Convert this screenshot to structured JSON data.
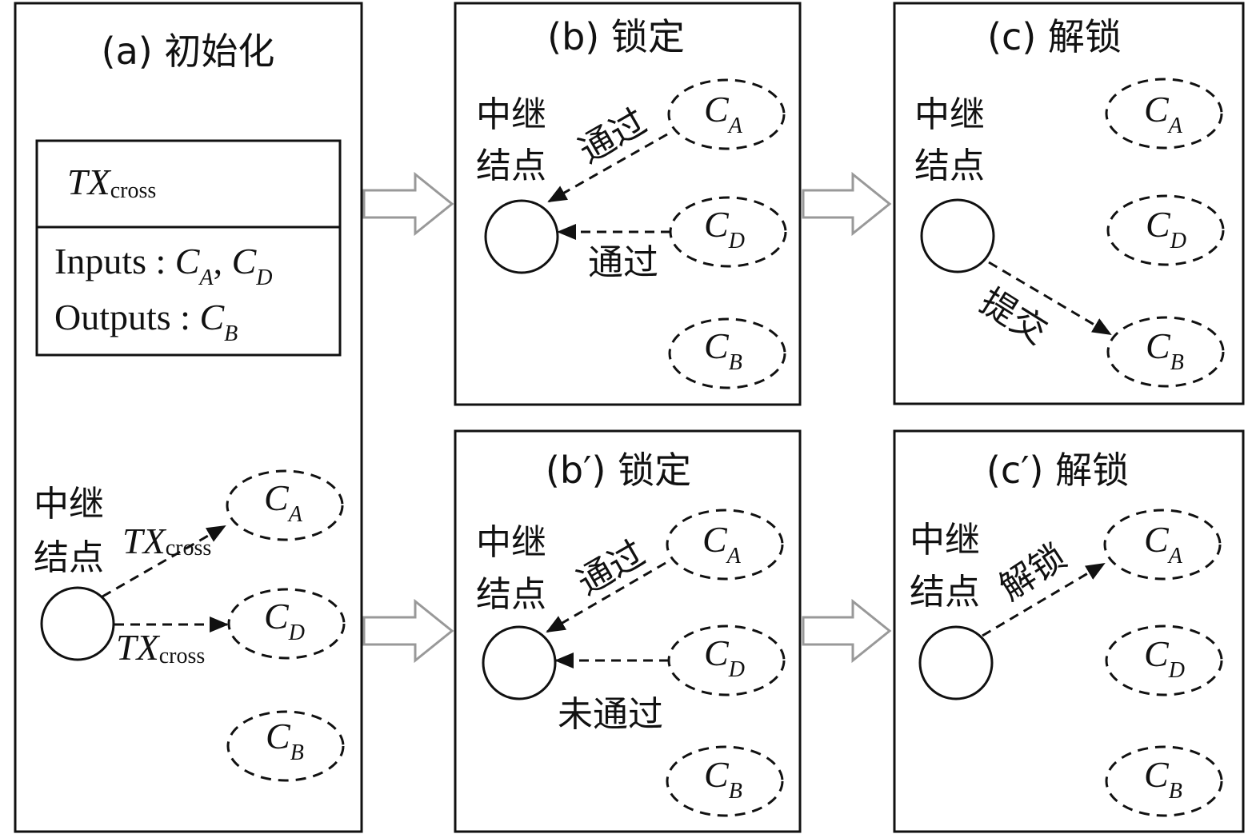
{
  "panels": {
    "a": {
      "title": "(a) 初始化",
      "relay_line1": "中继",
      "relay_line2": "结点",
      "tx_box": {
        "header_main": "TX",
        "header_sub": "cross",
        "inputs_label": "Inputs : ",
        "outputs_label": "Outputs : "
      },
      "edge_label_main": "TX",
      "edge_label_sub": "cross"
    },
    "b": {
      "title": "(b) 锁定",
      "relay_line1": "中继",
      "relay_line2": "结点",
      "edge_a_label": "通过",
      "edge_d_label": "通过"
    },
    "c": {
      "title": "(c) 解锁",
      "relay_line1": "中继",
      "relay_line2": "结点",
      "edge_b_label": "提交"
    },
    "b2": {
      "title": "(b′) 锁定",
      "relay_line1": "中继",
      "relay_line2": "结点",
      "edge_a_label": "通过",
      "edge_d_label": "未通过"
    },
    "c2": {
      "title": "(c′) 解锁",
      "relay_line1": "中继",
      "relay_line2": "结点",
      "edge_a_label": "解锁"
    }
  },
  "chain_nodes": {
    "letter": "C",
    "A": "A",
    "D": "D",
    "B": "B"
  },
  "colors": {
    "ink": "#111111",
    "flow_arrow": "#999999"
  }
}
